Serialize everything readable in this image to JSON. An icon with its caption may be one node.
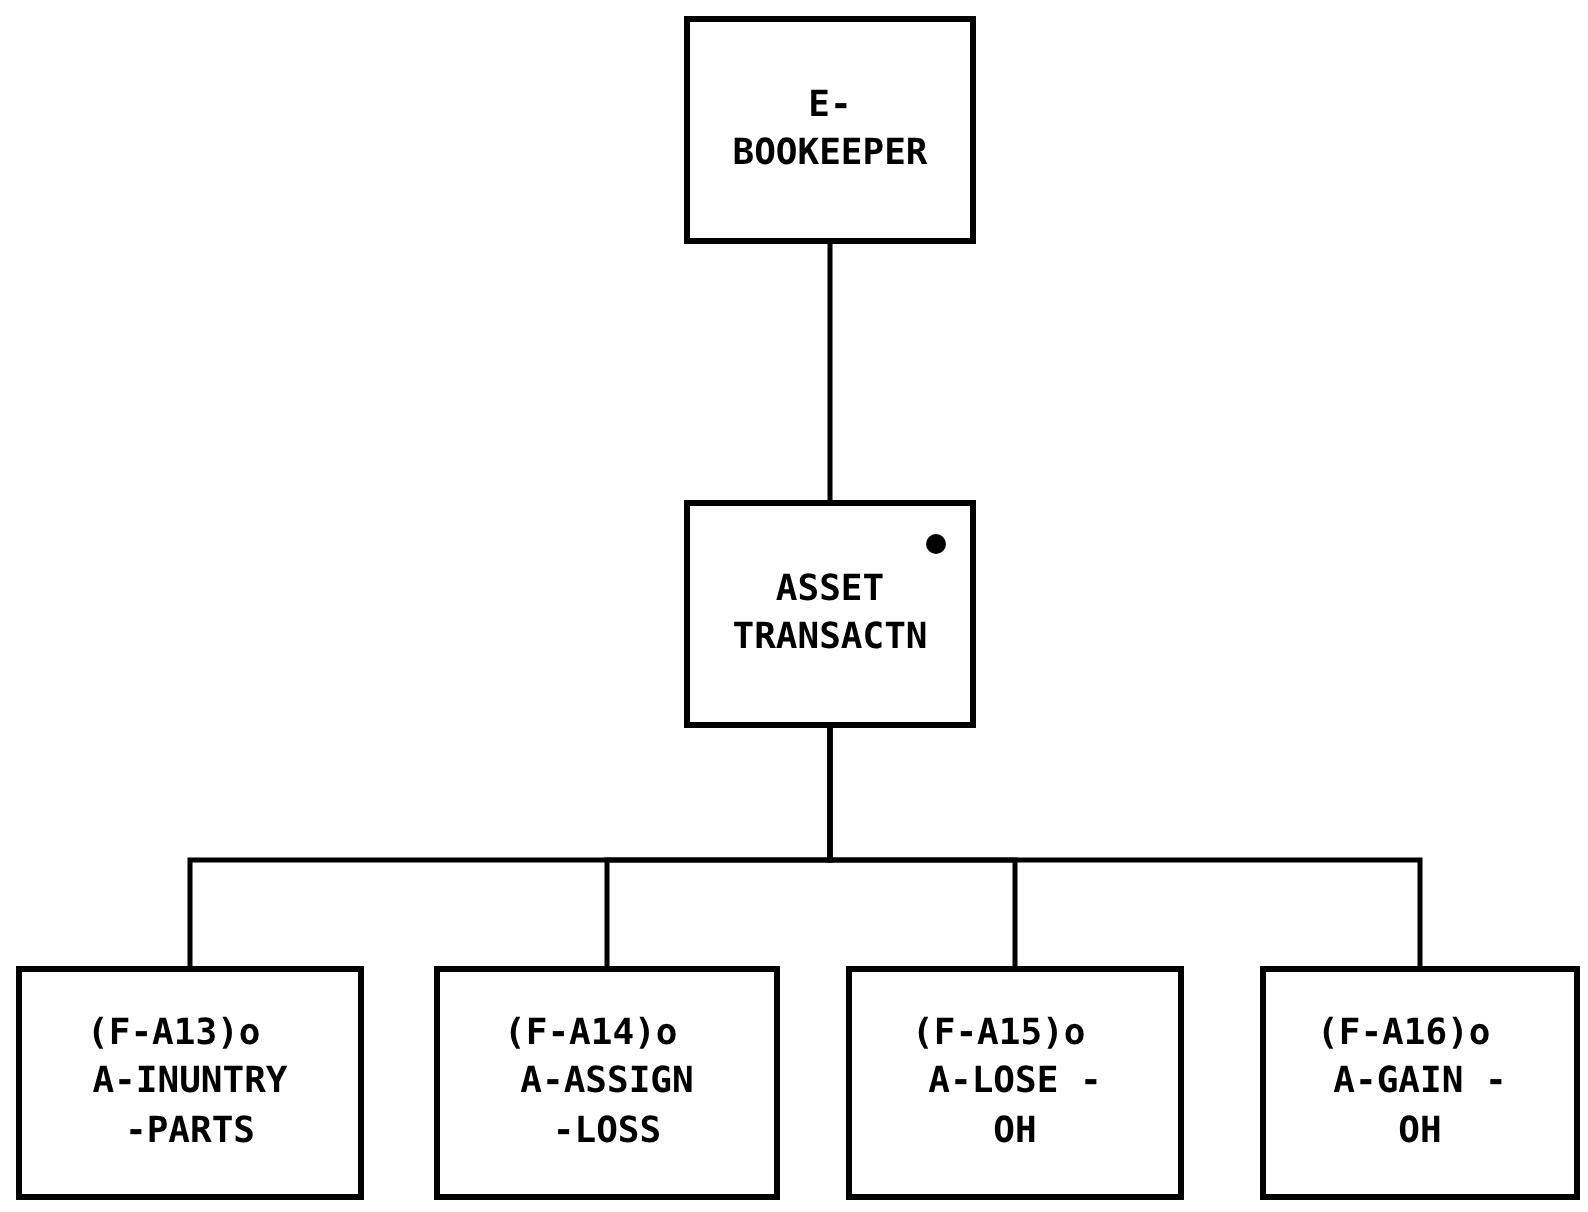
{
  "diagram": {
    "nodes": [
      {
        "text": [
          "E- BOOKEEPER"
        ]
      },
      {
        "text": [
          "ASSET TRANSACTN"
        ]
      },
      {
        "text": [
          "(F-A13)o",
          "A-INUNTRY -PARTS"
        ]
      },
      {
        "text": [
          "(F-A14)o",
          "A-ASSIGN -LOSS"
        ]
      },
      {
        "text": [
          "(F-A15)o",
          "A-LOSE -OH"
        ]
      },
      {
        "text": [
          "(F-A16)o",
          "A-GAIN -OH"
        ]
      }
    ],
    "edges": [
      {
        "from": 0,
        "to": 1,
        "arrow": "none"
      },
      {
        "from": 1,
        "to": 2,
        "arrow": "none"
      },
      {
        "from": 1,
        "to": 3,
        "arrow": "none"
      },
      {
        "from": 1,
        "to": 4,
        "arrow": "none"
      },
      {
        "from": 1,
        "to": 5,
        "arrow": "none"
      }
    ]
  }
}
